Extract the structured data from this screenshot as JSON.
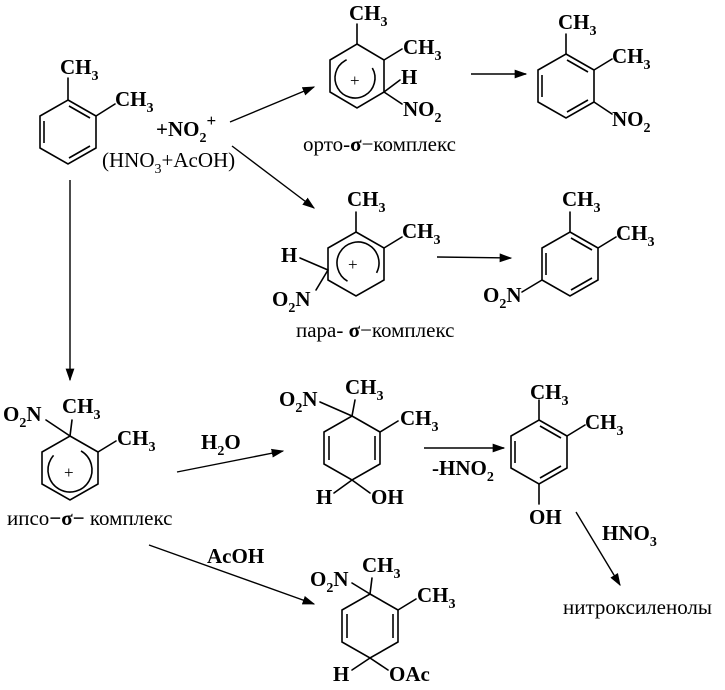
{
  "reagents": {
    "electrophile": "+NO2+",
    "acid_mix": "(HNO3+AcOH)"
  },
  "groups": {
    "methyl": "CH3",
    "nitro": "NO2",
    "nitro_left": "O2N",
    "hydrogen": "H",
    "hydroxyl": "OH",
    "acetoxy": "OAc",
    "cation_sign": "+"
  },
  "labels": {
    "ortho_complex": [
      "орто-",
      "σ",
      "−комплекс"
    ],
    "para_complex": [
      "пара- ",
      "σ",
      "−комплекс"
    ],
    "ipso_complex": [
      "ипсо",
      "−σ−",
      " комплекс"
    ],
    "water": "H2O",
    "minus_hno2": "-HNO2",
    "acetic_acid": "AcOH",
    "nitric_acid": "HNO3",
    "final_products": "нитроксиленолы"
  }
}
